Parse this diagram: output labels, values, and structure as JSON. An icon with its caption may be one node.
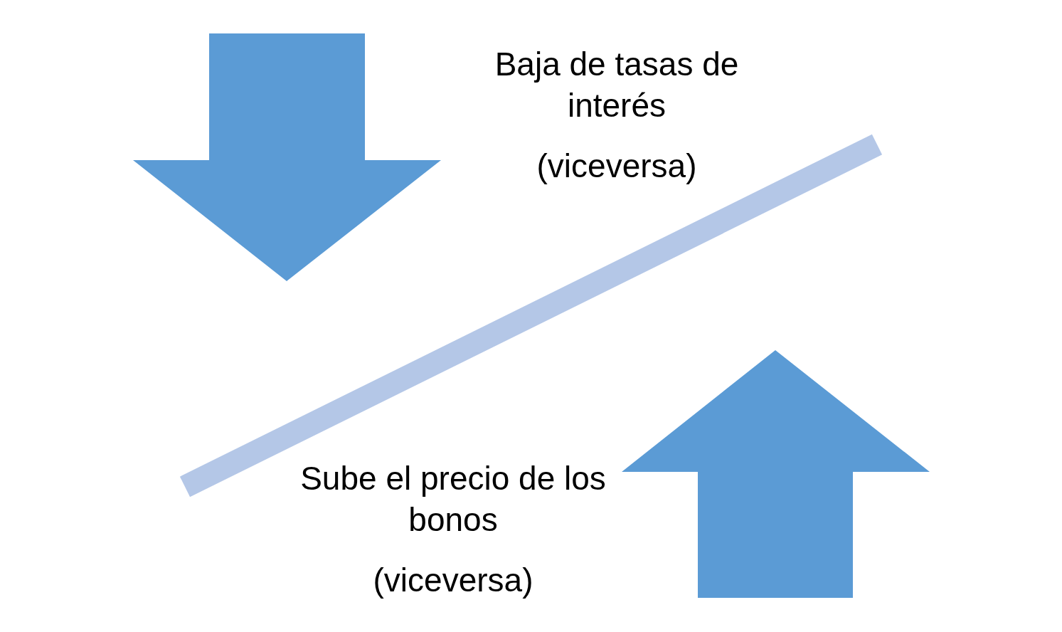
{
  "diagram": {
    "labels": [
      "Baja de tasas de interés",
      "(viceversa)",
      "Sube el precio de los bonos",
      "(viceversa)"
    ]
  }
}
